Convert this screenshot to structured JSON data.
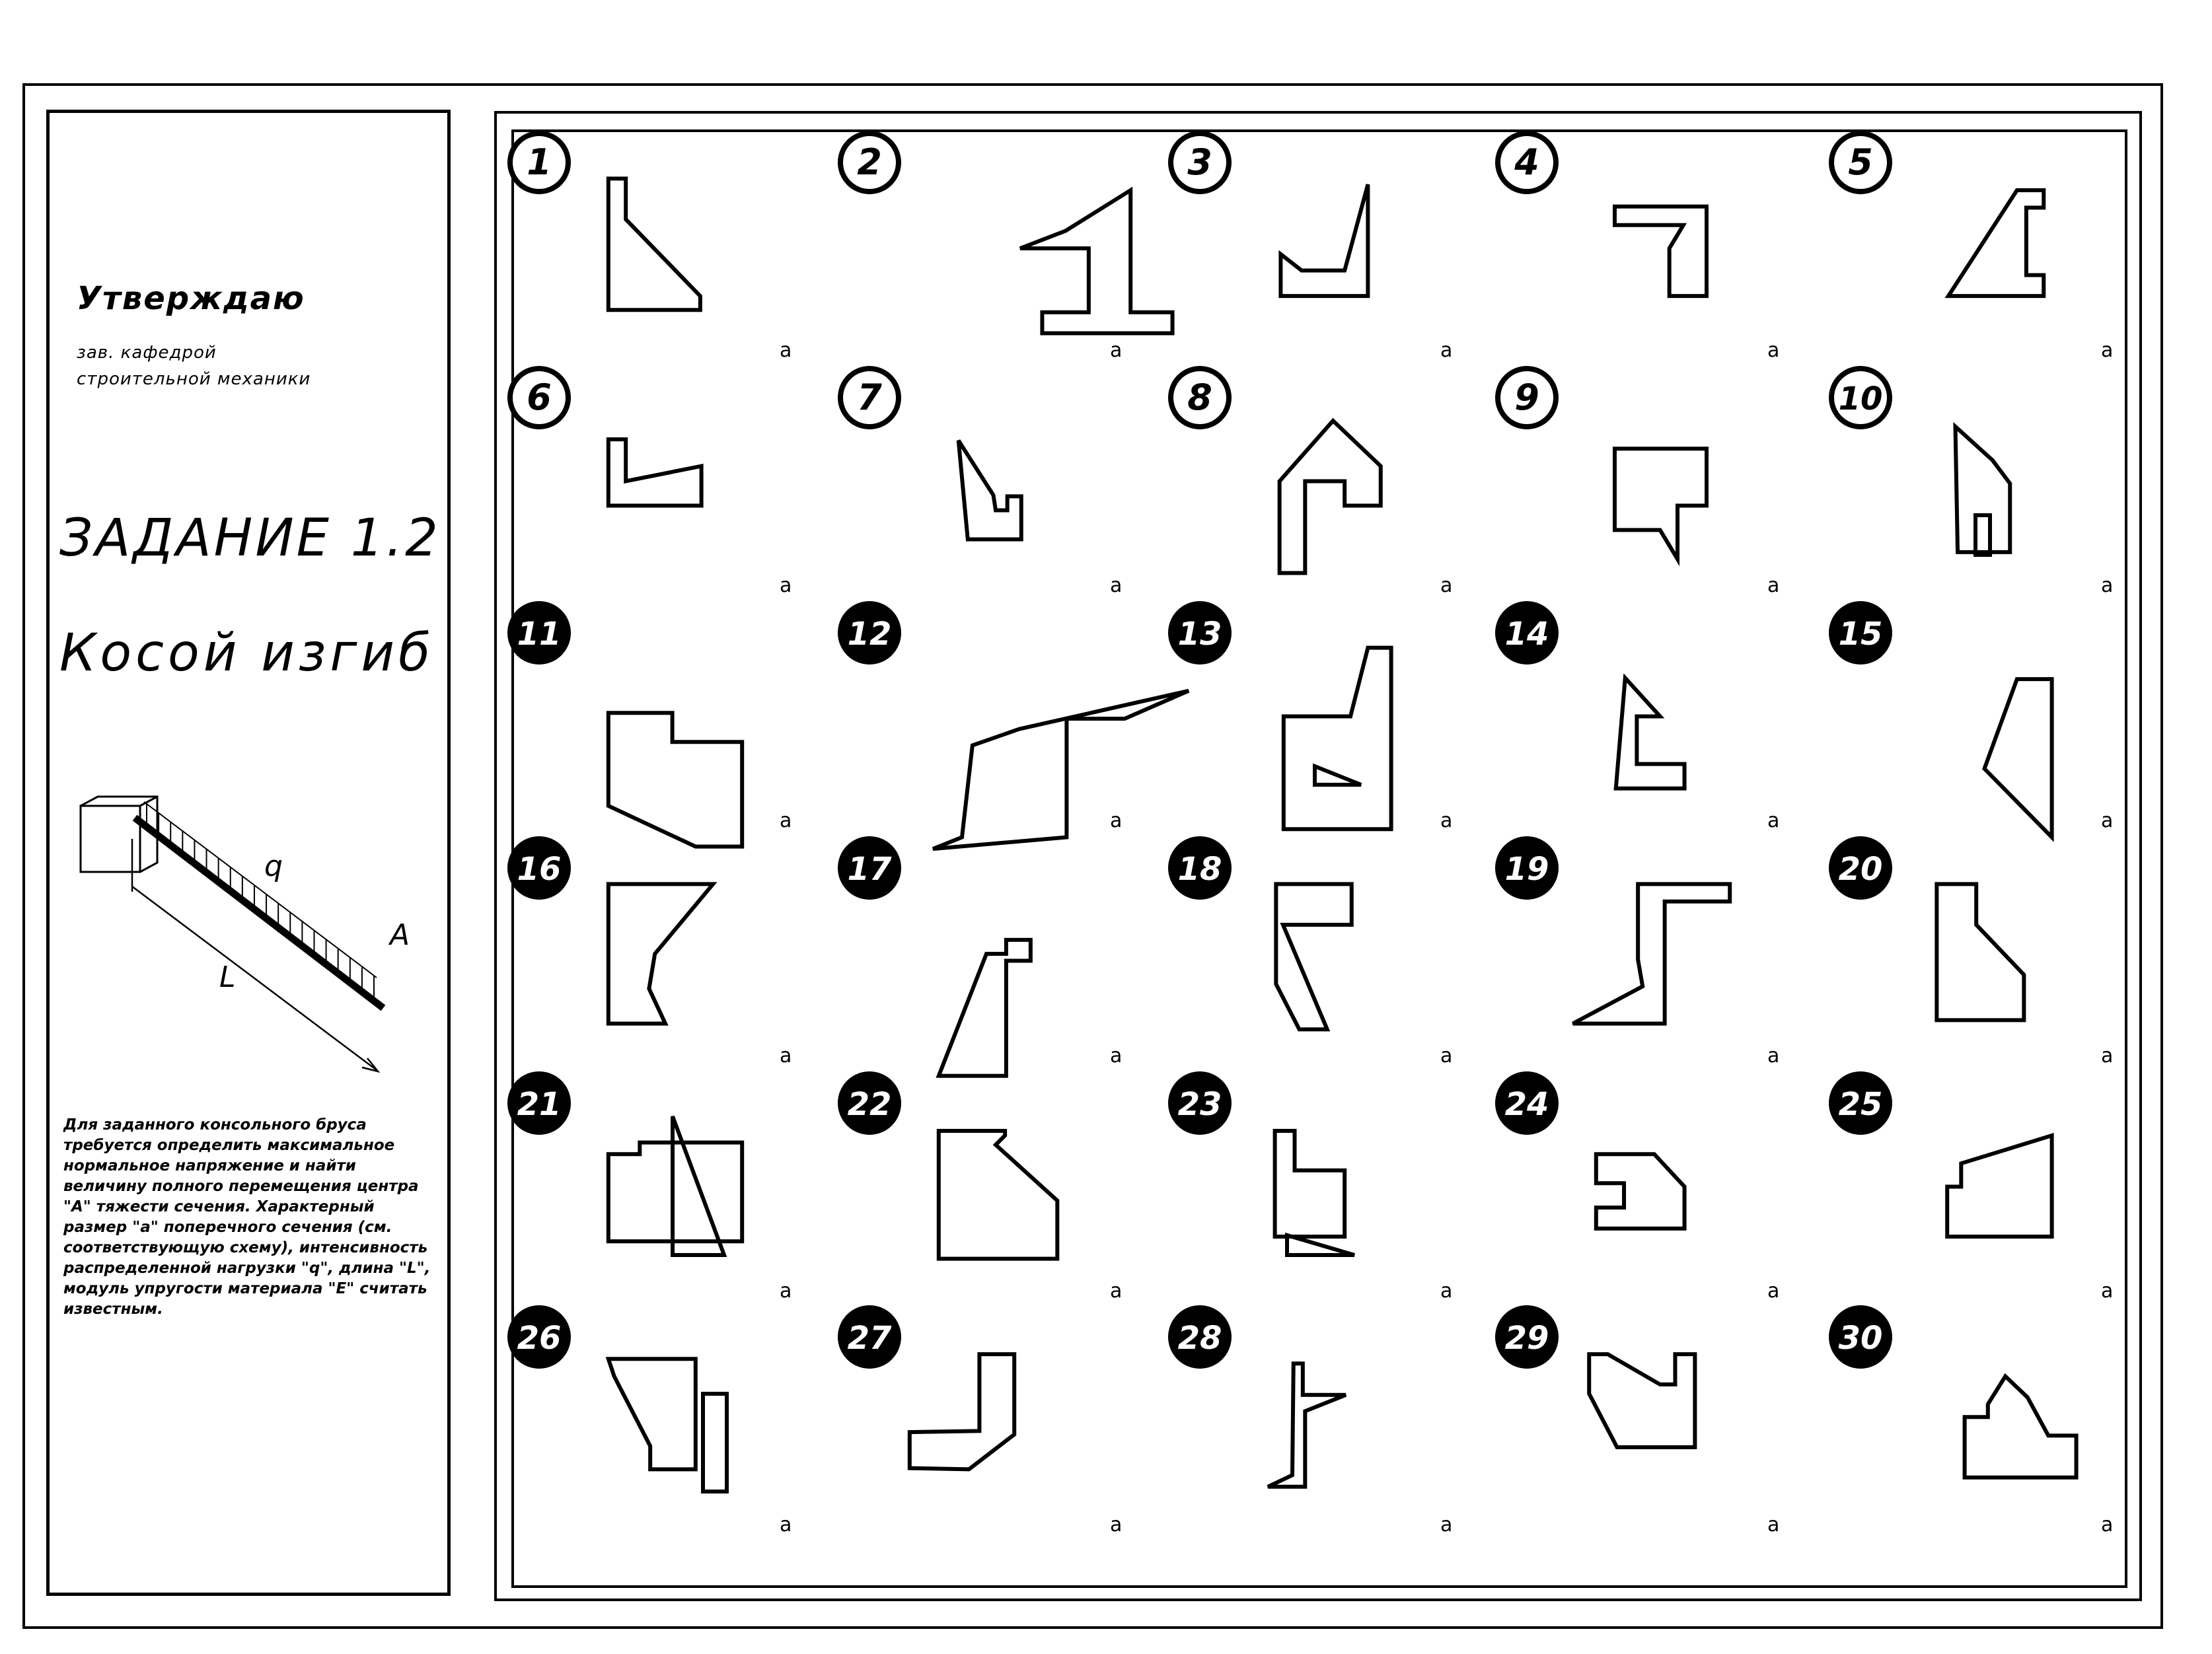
{
  "approval": {
    "title": "Утверждаю",
    "line1": "зав. кафедрой",
    "line2": "строительной механики"
  },
  "assignment": {
    "number": "ЗАДАНИЕ 1.2",
    "topic": "Косой изгиб"
  },
  "beam_figure": {
    "load_label": "q",
    "length_label": "L",
    "point_label": "A"
  },
  "description": "Для заданного консольного бруса требуется определить максимальное нормальное напряжение и найти величину полного перемещения центра \"A\" тяжести сечения. Характерный размер \"a\" поперечного сечения (см. соответствующую схему), интенсивность распределенной нагрузки \"q\", длина \"L\", модуль упругости материала \"E\" считать известным.",
  "dimension_label": "a",
  "variants": [
    "1",
    "2",
    "3",
    "4",
    "5",
    "6",
    "7",
    "8",
    "9",
    "10",
    "11",
    "12",
    "13",
    "14",
    "15",
    "16",
    "17",
    "18",
    "19",
    "20",
    "21",
    "22",
    "23",
    "24",
    "25",
    "26",
    "27",
    "28",
    "29",
    "30"
  ]
}
